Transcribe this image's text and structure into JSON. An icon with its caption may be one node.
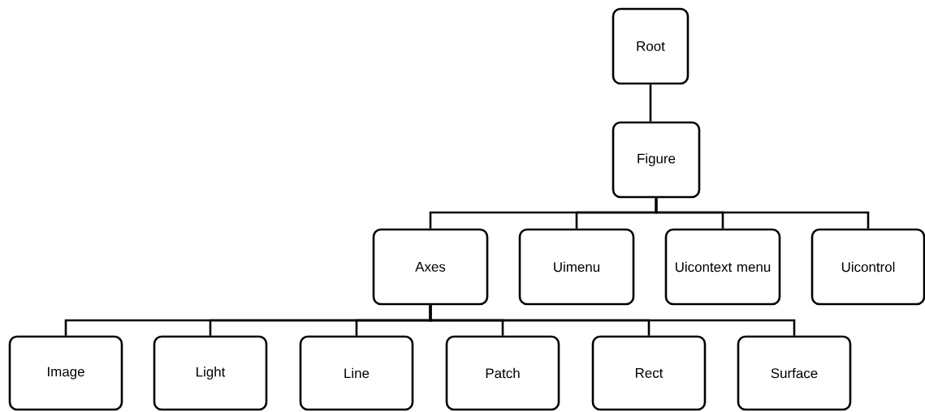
{
  "diagram": {
    "nodes": [
      {
        "text": [
          "Root"
        ]
      },
      {
        "text": [
          "Figure"
        ]
      },
      {
        "text": [
          "Axes"
        ]
      },
      {
        "text": [
          "Uimenu"
        ]
      },
      {
        "text": [
          "Uicontext menu"
        ]
      },
      {
        "text": [
          "Uicontrol"
        ]
      },
      {
        "text": [
          "Image"
        ]
      },
      {
        "text": [
          "Light"
        ]
      },
      {
        "text": [
          "Line"
        ]
      },
      {
        "text": [
          "Patch"
        ]
      },
      {
        "text": [
          "Rect"
        ]
      },
      {
        "text": [
          "Surface"
        ]
      }
    ],
    "edges": [
      {
        "from": 0,
        "to": 1,
        "arrow": "none"
      },
      {
        "from": 1,
        "to": 2,
        "arrow": "none"
      },
      {
        "from": 1,
        "to": 3,
        "arrow": "none"
      },
      {
        "from": 1,
        "to": 4,
        "arrow": "none"
      },
      {
        "from": 1,
        "to": 5,
        "arrow": "none"
      },
      {
        "from": 2,
        "to": 6,
        "arrow": "none"
      },
      {
        "from": 2,
        "to": 7,
        "arrow": "none"
      },
      {
        "from": 2,
        "to": 8,
        "arrow": "none"
      },
      {
        "from": 2,
        "to": 9,
        "arrow": "none"
      },
      {
        "from": 2,
        "to": 10,
        "arrow": "none"
      },
      {
        "from": 2,
        "to": 11,
        "arrow": "none"
      }
    ]
  }
}
